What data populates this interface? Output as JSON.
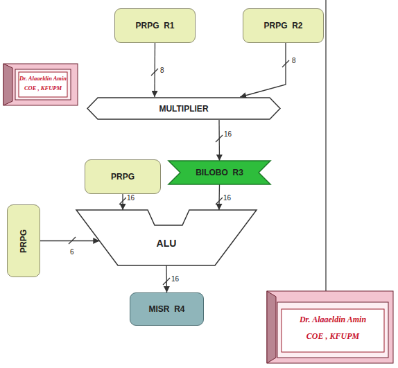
{
  "diagram": {
    "nodes": [
      {
        "text": [
          "PRPG  R1"
        ]
      },
      {
        "text": [
          "PRPG  R2"
        ]
      },
      {
        "text": [
          "MULTIPLIER"
        ]
      },
      {
        "text": [
          "PRPG"
        ]
      },
      {
        "text": [
          "BILOBO  R3"
        ]
      },
      {
        "text": [
          "PRPG"
        ]
      },
      {
        "text": [
          "ALU"
        ]
      },
      {
        "text": [
          "MISR  R4"
        ]
      }
    ],
    "edges": [
      {
        "from": 0,
        "to": 2,
        "arrow": "to",
        "label": "8"
      },
      {
        "from": 1,
        "to": 2,
        "arrow": "to",
        "label": "8"
      },
      {
        "from": 2,
        "to": 4,
        "arrow": "to",
        "label": "16"
      },
      {
        "from": 3,
        "to": 6,
        "arrow": "to",
        "label": "16"
      },
      {
        "from": 4,
        "to": 6,
        "arrow": "to",
        "label": "16"
      },
      {
        "from": 5,
        "to": 6,
        "arrow": "to",
        "label": "6"
      },
      {
        "from": 6,
        "to": 7,
        "arrow": "to",
        "label": "16"
      }
    ],
    "labels": [
      "Dr. Alaaeldin Amin",
      "COE , KFUPM",
      "Dr. Alaaeldin Amin",
      "COE , KFUPM"
    ]
  }
}
